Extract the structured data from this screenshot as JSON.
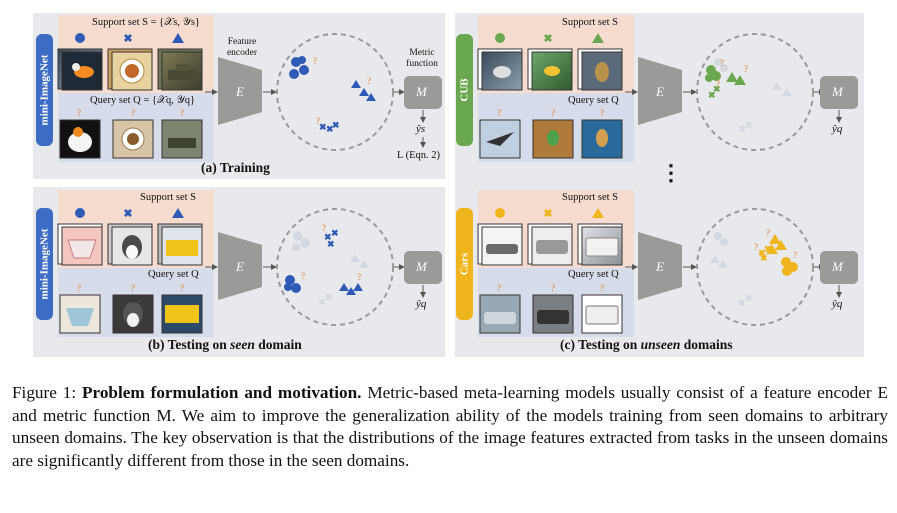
{
  "panels": {
    "a": {
      "title": "(a) Training",
      "pill": "mini-ImageNet",
      "support": "Support set S = {𝒳s, 𝒴s}",
      "query": "Query set Q = {𝒳q, 𝒴q}",
      "encoder_label_1": "Feature",
      "encoder_label_2": "encoder",
      "metric_label_1": "Metric",
      "metric_label_2": "function",
      "E": "E",
      "M": "M",
      "yhat": "ŷs",
      "loss": "L (Eqn. 2)"
    },
    "b": {
      "title_pre": "(b) Testing on ",
      "title_em": "seen",
      "title_post": " domain",
      "pill": "mini-ImageNet",
      "support": "Support set S",
      "query": "Query set Q",
      "E": "E",
      "M": "M",
      "yhat": "ŷq"
    },
    "c1": {
      "pill": "CUB",
      "support": "Support set S",
      "query": "Query set Q",
      "E": "E",
      "M": "M",
      "yhat": "ŷq"
    },
    "c2": {
      "pill": "Cars",
      "support": "Support set S",
      "query": "Query set Q",
      "E": "E",
      "M": "M",
      "yhat": "ŷq"
    },
    "c": {
      "title_pre": "(c) Testing on ",
      "title_em": "unseen",
      "title_post": " domains",
      "ellipsis": "⋮"
    }
  },
  "colors": {
    "blue": "#2f5bb7",
    "orange": "#e69a1f",
    "green": "#6aa84f",
    "pill_blue": "#3d6cc4",
    "pill_green": "#6aa84f",
    "pill_yellow": "#f0b41c",
    "encoder": "#9a9a9a"
  },
  "caption": {
    "prefix": "Figure 1: ",
    "bold": "Problem formulation and motivation.",
    "text": " Metric-based meta-learning models usually consist of a feature encoder E and metric function M. We aim to improve the generalization ability of the models training from seen domains to arbitrary unseen domains. The key observation is that the distributions of the image features extracted from tasks in the unseen domains are significantly different from those in the seen domains."
  }
}
